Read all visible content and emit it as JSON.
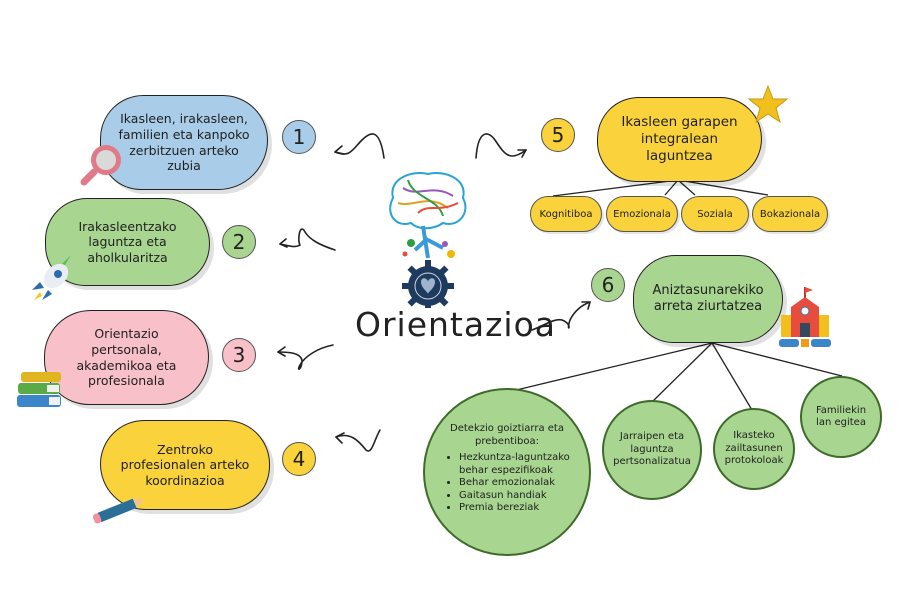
{
  "title": "Orientazioa",
  "branches": [
    {
      "number": "1",
      "text": "Ikasleen, irakasleen, familien eta kanpoko zerbitzuen arteko zubia",
      "color": "#a9cde9",
      "icon": "magnifying-glass-icon"
    },
    {
      "number": "2",
      "text": "Irakasleentzako laguntza eta aholkularitza",
      "color": "#a8d590",
      "icon": "rocket-icon"
    },
    {
      "number": "3",
      "text": "Orientazio pertsonala, akademikoa eta profesionala",
      "color": "#f8c0c8",
      "icon": "books-icon"
    },
    {
      "number": "4",
      "text": "Zentroko profesionalen arteko koordinazioa",
      "color": "#fad23c",
      "icon": "pencil-icon"
    },
    {
      "number": "5",
      "text": "Ikasleen garapen integralean laguntzea",
      "color": "#fad23c",
      "icon": "star-icon",
      "children": [
        "Kognitiboa",
        "Emozionala",
        "Soziala",
        "Bokazionala"
      ]
    },
    {
      "number": "6",
      "text": "Aniztasunarekiko arreta ziurtatzea",
      "color": "#a8d590",
      "icon": "school-icon",
      "children": [
        {
          "text": "Detekzio goiztiarra eta prebentiboa:",
          "items": [
            "Hezkuntza-laguntzako behar espezifikoak",
            "Behar emozionalak",
            "Gaitasun handiak",
            "Premia bereziak"
          ]
        },
        {
          "text": "Jarraipen eta laguntza pertsonalizatua"
        },
        {
          "text": "Ikasteko zailtasunen protokoloak"
        },
        {
          "text": "Familiekin lan egitea"
        }
      ]
    }
  ]
}
